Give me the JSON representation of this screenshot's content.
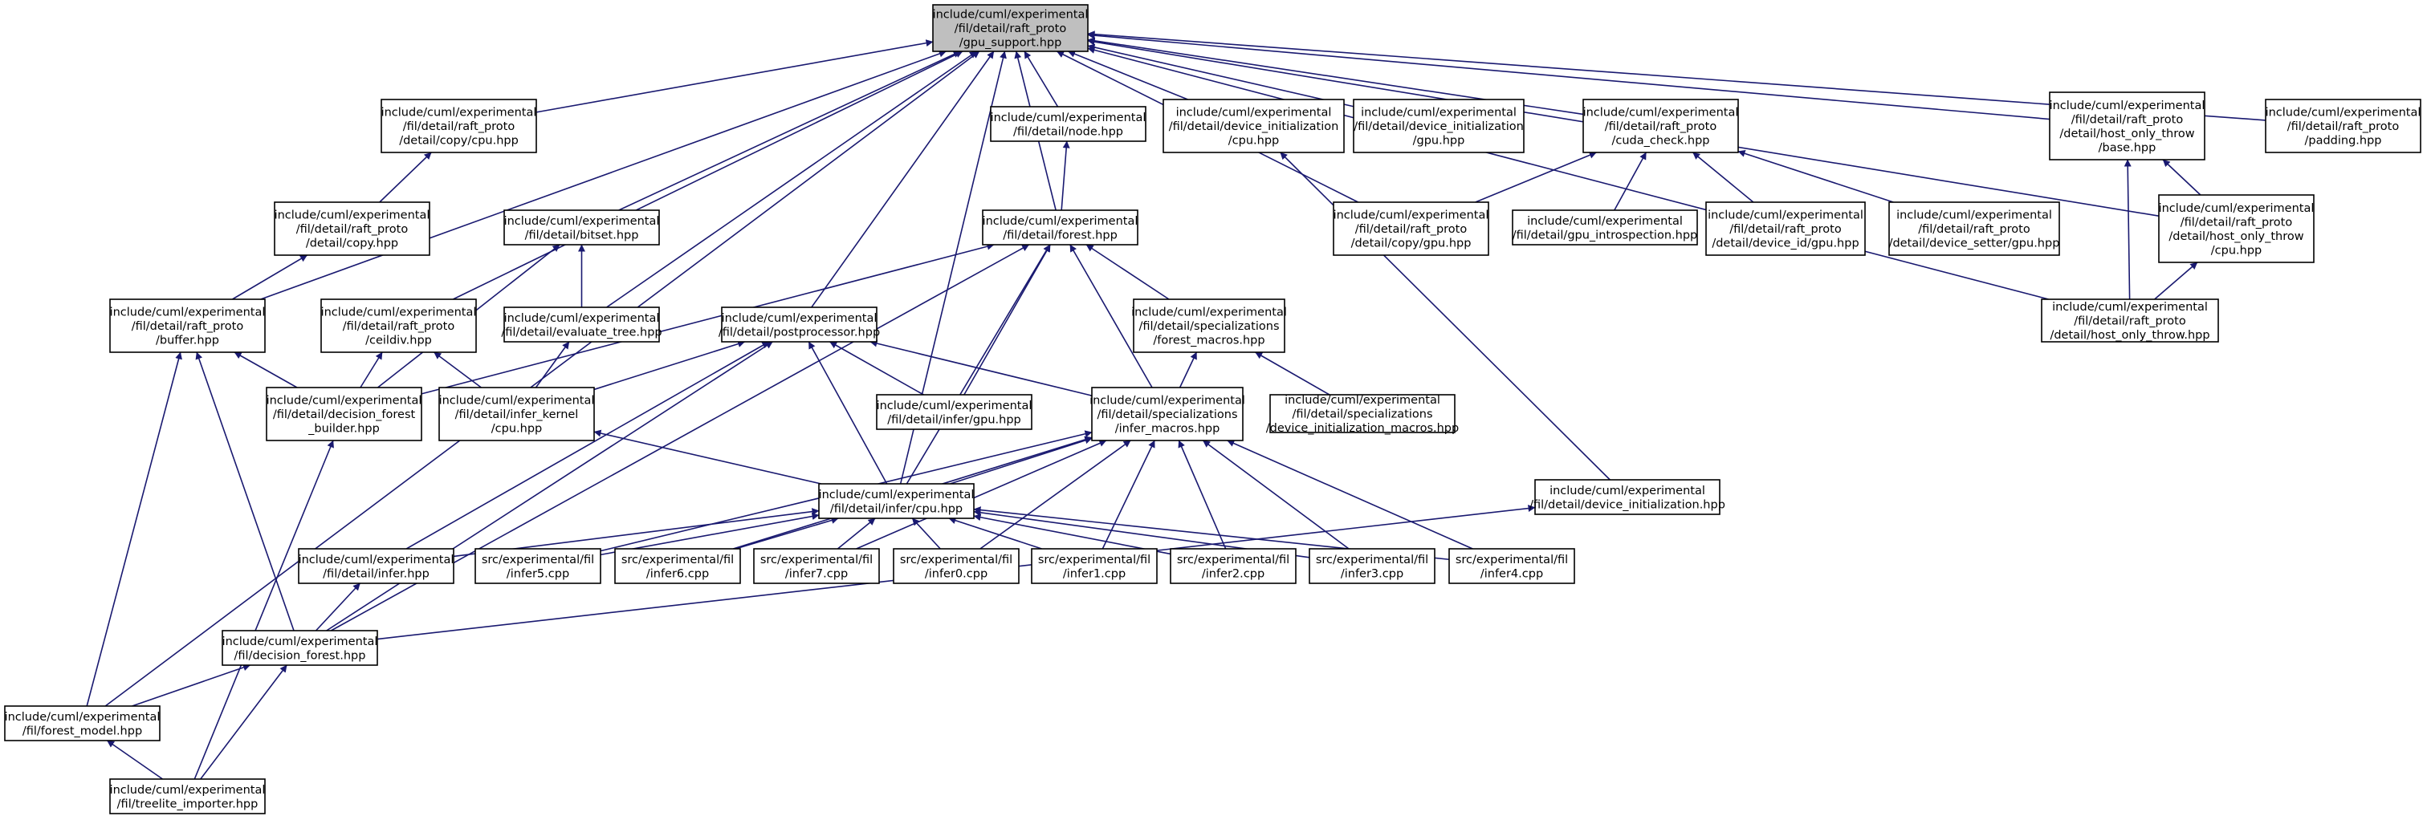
{
  "graph": {
    "nodes": [
      {
        "id": "gpu_support",
        "lines": [
          "include/cuml/experimental",
          "/fil/detail/raft_proto",
          "/gpu_support.hpp"
        ],
        "highlighted": true
      },
      {
        "id": "copy_cpu",
        "lines": [
          "include/cuml/experimental",
          "/fil/detail/raft_proto",
          "/detail/copy/cpu.hpp"
        ]
      },
      {
        "id": "copy",
        "lines": [
          "include/cuml/experimental",
          "/fil/detail/raft_proto",
          "/detail/copy.hpp"
        ]
      },
      {
        "id": "buffer",
        "lines": [
          "include/cuml/experimental",
          "/fil/detail/raft_proto",
          "/buffer.hpp"
        ]
      },
      {
        "id": "bitset",
        "lines": [
          "include/cuml/experimental",
          "/fil/detail/bitset.hpp"
        ]
      },
      {
        "id": "ceildiv",
        "lines": [
          "include/cuml/experimental",
          "/fil/detail/raft_proto",
          "/ceildiv.hpp"
        ]
      },
      {
        "id": "evaluate_tree",
        "lines": [
          "include/cuml/experimental",
          "/fil/detail/evaluate_tree.hpp"
        ]
      },
      {
        "id": "node",
        "lines": [
          "include/cuml/experimental",
          "/fil/detail/node.hpp"
        ]
      },
      {
        "id": "forest",
        "lines": [
          "include/cuml/experimental",
          "/fil/detail/forest.hpp"
        ]
      },
      {
        "id": "postprocessor",
        "lines": [
          "include/cuml/experimental",
          "/fil/detail/postprocessor.hpp"
        ]
      },
      {
        "id": "device_init_cpu",
        "lines": [
          "include/cuml/experimental",
          "/fil/detail/device_initialization",
          "/cpu.hpp"
        ]
      },
      {
        "id": "device_init_gpu",
        "lines": [
          "include/cuml/experimental",
          "/fil/detail/device_initialization",
          "/gpu.hpp"
        ]
      },
      {
        "id": "cuda_check",
        "lines": [
          "include/cuml/experimental",
          "/fil/detail/raft_proto",
          "/cuda_check.hpp"
        ]
      },
      {
        "id": "copy_gpu",
        "lines": [
          "include/cuml/experimental",
          "/fil/detail/raft_proto",
          "/detail/copy/gpu.hpp"
        ]
      },
      {
        "id": "gpu_introspection",
        "lines": [
          "include/cuml/experimental",
          "/fil/detail/gpu_introspection.hpp"
        ]
      },
      {
        "id": "device_id_gpu",
        "lines": [
          "include/cuml/experimental",
          "/fil/detail/raft_proto",
          "/detail/device_id/gpu.hpp"
        ]
      },
      {
        "id": "device_setter_gpu",
        "lines": [
          "include/cuml/experimental",
          "/fil/detail/raft_proto",
          "/detail/device_setter/gpu.hpp"
        ]
      },
      {
        "id": "hot_base",
        "lines": [
          "include/cuml/experimental",
          "/fil/detail/raft_proto",
          "/detail/host_only_throw",
          "/base.hpp"
        ]
      },
      {
        "id": "hot_cpu",
        "lines": [
          "include/cuml/experimental",
          "/fil/detail/raft_proto",
          "/detail/host_only_throw",
          "/cpu.hpp"
        ]
      },
      {
        "id": "host_only_throw",
        "lines": [
          "include/cuml/experimental",
          "/fil/detail/raft_proto",
          "/detail/host_only_throw.hpp"
        ]
      },
      {
        "id": "padding",
        "lines": [
          "include/cuml/experimental",
          "/fil/detail/raft_proto",
          "/padding.hpp"
        ]
      },
      {
        "id": "forest_macros",
        "lines": [
          "include/cuml/experimental",
          "/fil/detail/specializations",
          "/forest_macros.hpp"
        ]
      },
      {
        "id": "infer_macros",
        "lines": [
          "include/cuml/experimental",
          "/fil/detail/specializations",
          "/infer_macros.hpp"
        ]
      },
      {
        "id": "device_init_macros",
        "lines": [
          "include/cuml/experimental",
          "/fil/detail/specializations",
          "/device_initialization_macros.hpp"
        ]
      },
      {
        "id": "infer_gpu",
        "lines": [
          "include/cuml/experimental",
          "/fil/detail/infer/gpu.hpp"
        ]
      },
      {
        "id": "decision_forest_builder",
        "lines": [
          "include/cuml/experimental",
          "/fil/detail/decision_forest",
          "_builder.hpp"
        ]
      },
      {
        "id": "infer_kernel_cpu",
        "lines": [
          "include/cuml/experimental",
          "/fil/detail/infer_kernel",
          "/cpu.hpp"
        ]
      },
      {
        "id": "infer_cpu",
        "lines": [
          "include/cuml/experimental",
          "/fil/detail/infer/cpu.hpp"
        ]
      },
      {
        "id": "device_initialization",
        "lines": [
          "include/cuml/experimental",
          "/fil/detail/device_initialization.hpp"
        ]
      },
      {
        "id": "infer_hpp",
        "lines": [
          "include/cuml/experimental",
          "/fil/detail/infer.hpp"
        ]
      },
      {
        "id": "infer5",
        "lines": [
          "src/experimental/fil",
          "/infer5.cpp"
        ]
      },
      {
        "id": "infer6",
        "lines": [
          "src/experimental/fil",
          "/infer6.cpp"
        ]
      },
      {
        "id": "infer7",
        "lines": [
          "src/experimental/fil",
          "/infer7.cpp"
        ]
      },
      {
        "id": "infer0",
        "lines": [
          "src/experimental/fil",
          "/infer0.cpp"
        ]
      },
      {
        "id": "infer1",
        "lines": [
          "src/experimental/fil",
          "/infer1.cpp"
        ]
      },
      {
        "id": "infer2",
        "lines": [
          "src/experimental/fil",
          "/infer2.cpp"
        ]
      },
      {
        "id": "infer3",
        "lines": [
          "src/experimental/fil",
          "/infer3.cpp"
        ]
      },
      {
        "id": "infer4",
        "lines": [
          "src/experimental/fil",
          "/infer4.cpp"
        ]
      },
      {
        "id": "decision_forest",
        "lines": [
          "include/cuml/experimental",
          "/fil/decision_forest.hpp"
        ]
      },
      {
        "id": "forest_model",
        "lines": [
          "include/cuml/experimental",
          "/fil/forest_model.hpp"
        ]
      },
      {
        "id": "treelite_importer",
        "lines": [
          "include/cuml/experimental",
          "/fil/treelite_importer.hpp"
        ]
      }
    ],
    "edges": [
      [
        "copy_cpu",
        "gpu_support"
      ],
      [
        "buffer",
        "gpu_support"
      ],
      [
        "bitset",
        "gpu_support"
      ],
      [
        "ceildiv",
        "gpu_support"
      ],
      [
        "evaluate_tree",
        "gpu_support"
      ],
      [
        "node",
        "gpu_support"
      ],
      [
        "forest",
        "gpu_support"
      ],
      [
        "postprocessor",
        "gpu_support"
      ],
      [
        "infer_cpu",
        "gpu_support"
      ],
      [
        "device_init_cpu",
        "gpu_support"
      ],
      [
        "device_init_gpu",
        "gpu_support"
      ],
      [
        "cuda_check",
        "gpu_support"
      ],
      [
        "copy_gpu",
        "gpu_support"
      ],
      [
        "hot_base",
        "gpu_support"
      ],
      [
        "hot_cpu",
        "gpu_support"
      ],
      [
        "host_only_throw",
        "gpu_support"
      ],
      [
        "padding",
        "gpu_support"
      ],
      [
        "forest_model",
        "gpu_support"
      ],
      [
        "copy",
        "copy_cpu"
      ],
      [
        "buffer",
        "copy"
      ],
      [
        "decision_forest_builder",
        "buffer"
      ],
      [
        "decision_forest",
        "buffer"
      ],
      [
        "forest_model",
        "buffer"
      ],
      [
        "decision_forest_builder",
        "bitset"
      ],
      [
        "evaluate_tree",
        "bitset"
      ],
      [
        "decision_forest_builder",
        "ceildiv"
      ],
      [
        "infer_kernel_cpu",
        "ceildiv"
      ],
      [
        "infer_kernel_cpu",
        "evaluate_tree"
      ],
      [
        "forest",
        "node"
      ],
      [
        "decision_forest_builder",
        "forest"
      ],
      [
        "forest_macros",
        "forest"
      ],
      [
        "infer_macros",
        "forest"
      ],
      [
        "infer_gpu",
        "forest"
      ],
      [
        "infer_cpu",
        "forest"
      ],
      [
        "decision_forest",
        "forest"
      ],
      [
        "infer_macros",
        "forest_macros"
      ],
      [
        "device_init_macros",
        "forest_macros"
      ],
      [
        "infer_kernel_cpu",
        "postprocessor"
      ],
      [
        "infer_macros",
        "postprocessor"
      ],
      [
        "infer_gpu",
        "postprocessor"
      ],
      [
        "infer_cpu",
        "postprocessor"
      ],
      [
        "infer_hpp",
        "postprocessor"
      ],
      [
        "decision_forest",
        "postprocessor"
      ],
      [
        "infer_cpu",
        "infer_kernel_cpu"
      ],
      [
        "infer_cpu",
        "infer_macros"
      ],
      [
        "infer0",
        "infer_macros"
      ],
      [
        "infer1",
        "infer_macros"
      ],
      [
        "infer2",
        "infer_macros"
      ],
      [
        "infer3",
        "infer_macros"
      ],
      [
        "infer4",
        "infer_macros"
      ],
      [
        "infer5",
        "infer_macros"
      ],
      [
        "infer6",
        "infer_macros"
      ],
      [
        "infer7",
        "infer_macros"
      ],
      [
        "infer_hpp",
        "infer_cpu"
      ],
      [
        "infer0",
        "infer_cpu"
      ],
      [
        "infer1",
        "infer_cpu"
      ],
      [
        "infer2",
        "infer_cpu"
      ],
      [
        "infer3",
        "infer_cpu"
      ],
      [
        "infer4",
        "infer_cpu"
      ],
      [
        "infer5",
        "infer_cpu"
      ],
      [
        "infer6",
        "infer_cpu"
      ],
      [
        "infer7",
        "infer_cpu"
      ],
      [
        "decision_forest",
        "infer_hpp"
      ],
      [
        "device_initialization",
        "device_init_cpu"
      ],
      [
        "decision_forest",
        "device_initialization"
      ],
      [
        "copy_gpu",
        "cuda_check"
      ],
      [
        "gpu_introspection",
        "cuda_check"
      ],
      [
        "device_id_gpu",
        "cuda_check"
      ],
      [
        "device_setter_gpu",
        "cuda_check"
      ],
      [
        "host_only_throw",
        "hot_base"
      ],
      [
        "hot_cpu",
        "hot_base"
      ],
      [
        "host_only_throw",
        "hot_cpu"
      ],
      [
        "forest_model",
        "decision_forest"
      ],
      [
        "treelite_importer",
        "decision_forest"
      ],
      [
        "treelite_importer",
        "decision_forest_builder"
      ],
      [
        "treelite_importer",
        "forest_model"
      ]
    ]
  },
  "colors": {
    "edge": "#191970",
    "node_fill": "#ffffff",
    "root_fill": "#bfbfbf",
    "border": "#000000"
  }
}
